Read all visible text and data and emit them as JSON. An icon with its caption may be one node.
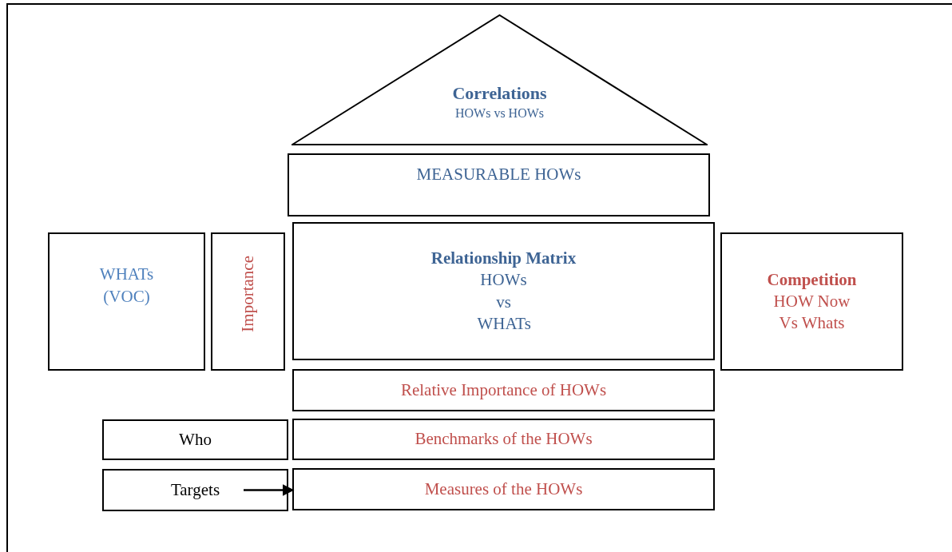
{
  "diagram": {
    "nodes": [
      {
        "text": [
          "Correlations",
          "HOWs vs HOWs"
        ]
      },
      {
        "text": [
          "MEASURABLE HOWs"
        ]
      },
      {
        "text": [
          "WHATs (VOC)"
        ]
      },
      {
        "text": [
          "Importance"
        ]
      },
      {
        "text": [
          "Relationship Matrix",
          "HOWs vs WHATs"
        ]
      },
      {
        "text": [
          "Competition",
          "HOW Now Vs Whats"
        ]
      },
      {
        "text": [
          "Relative Importance of HOWs"
        ]
      },
      {
        "text": [
          "Who"
        ]
      },
      {
        "text": [
          "Benchmarks of the HOWs"
        ]
      },
      {
        "text": [
          "Targets"
        ]
      },
      {
        "text": [
          "Measures of the HOWs"
        ]
      }
    ],
    "edges": [
      {
        "from": 9,
        "to": 10,
        "arrow": "to"
      }
    ]
  }
}
